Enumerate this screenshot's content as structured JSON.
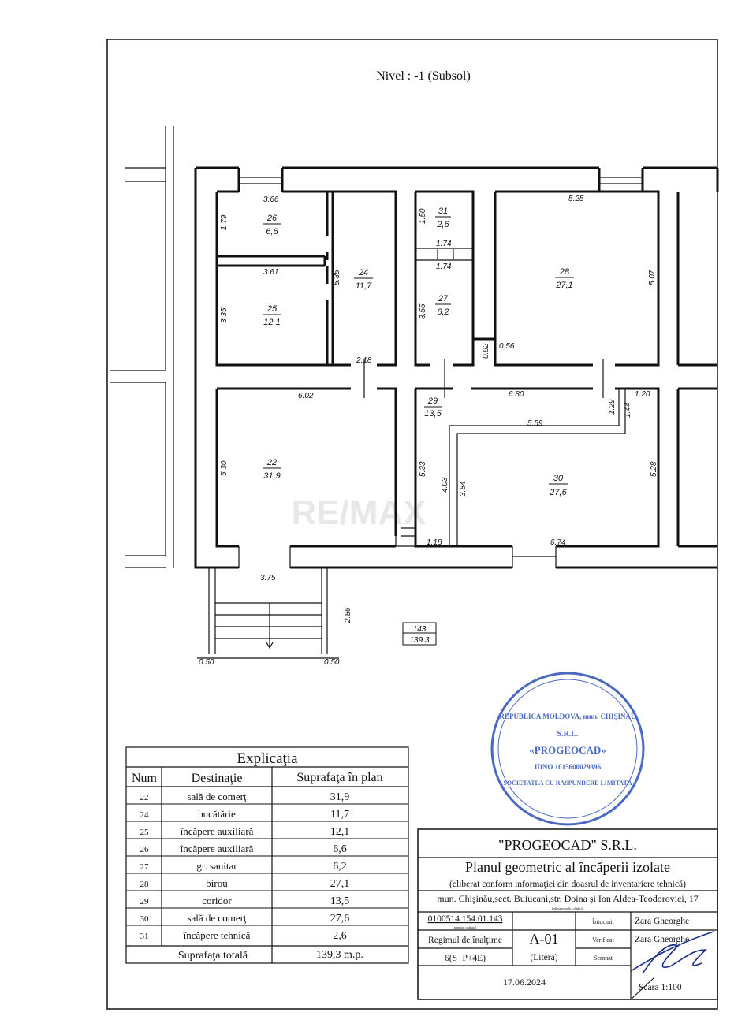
{
  "level_title": "Nivel : -1 (Subsol)",
  "watermark": "RE/MAX",
  "plan": {
    "rooms": [
      {
        "num": "26",
        "area": "6,6"
      },
      {
        "num": "25",
        "area": "12,1"
      },
      {
        "num": "24",
        "area": "11,7"
      },
      {
        "num": "31",
        "area": "2,6"
      },
      {
        "num": "27",
        "area": "6,2"
      },
      {
        "num": "28",
        "area": "27,1"
      },
      {
        "num": "22",
        "area": "31,9"
      },
      {
        "num": "29",
        "area": "13,5"
      },
      {
        "num": "30",
        "area": "27,6"
      }
    ],
    "dimensions": [
      "3.66",
      "1.79",
      "3.61",
      "3.35",
      "5.35",
      "2.18",
      "1.50",
      "1.74",
      "1.74",
      "3.55",
      "0.92",
      "0.56",
      "5.25",
      "5.07",
      "6.02",
      "5.30",
      "6.80",
      "1.29",
      "1.44",
      "1.20",
      "5.59",
      "5.33",
      "4.03",
      "3.84",
      "5.28",
      "1.18",
      "6.74",
      "3.75",
      "2.86",
      "0.50",
      "0.50"
    ],
    "area_box": {
      "top": "143",
      "bottom": "139.3"
    }
  },
  "explicatia": {
    "title": "Explicaţia",
    "headers": [
      "Num",
      "Destinaţie",
      "Suprafaţa în plan"
    ],
    "rows": [
      [
        "22",
        "sală de comerţ",
        "31,9"
      ],
      [
        "24",
        "bucătărie",
        "11,7"
      ],
      [
        "25",
        "încăpere auxiliară",
        "12,1"
      ],
      [
        "26",
        "încăpere auxiliară",
        "6,6"
      ],
      [
        "27",
        "gr. sanitar",
        "6,2"
      ],
      [
        "28",
        "birou",
        "27,1"
      ],
      [
        "29",
        "coridor",
        "13,5"
      ],
      [
        "30",
        "sală de comerţ",
        "27,6"
      ],
      [
        "31",
        "încăpere tehnică",
        "2,6"
      ]
    ],
    "total_label": "Suprafaţa totală",
    "total_value": "139,3 m.p."
  },
  "title_block": {
    "company": "\"PROGEOCAD\" S.R.L.",
    "doc_title": "Planul geometric al încăperii izolate",
    "doc_subtitle": "(eliberat conform informaţiei din doasrul de inventariere tehnică)",
    "address": "mun. Chişinău,sect. Buiucani,str. Doina şi Ion Aldea-Teodorovici, 17",
    "address_caption": "(adresa poştală a clădirii)",
    "cadastral": "0100514.154.01.143",
    "cadastral_caption": "numărul cadastral",
    "height_label": "Regimul de  înalţime",
    "height_value": "6(S+P+4E)",
    "litera": "A-01",
    "litera_label": "(Litera)",
    "intocmit_label": "Întocmit",
    "intocmit_name": "Zara Gheorghe",
    "verificat_label": "Verificat",
    "verificat_name": "Zara Gheorghe",
    "semnat_label": "Semnat",
    "date": "17.06.2024",
    "scale": "Scara   1:100"
  },
  "stamp": {
    "outer": "REPUBLICA MOLDOVA, mun. CHIŞINĂU",
    "center": "«PROGEOCAD»",
    "srl": "S.R.L.",
    "idno": "IDNO 1015600029396",
    "bottom": "SOCIETATEA CU RĂSPUNDERE LIMITATĂ"
  },
  "colors": {
    "ink": "#111111",
    "stamp": "#2b4fb8",
    "watermark": "#e8e8e8"
  }
}
